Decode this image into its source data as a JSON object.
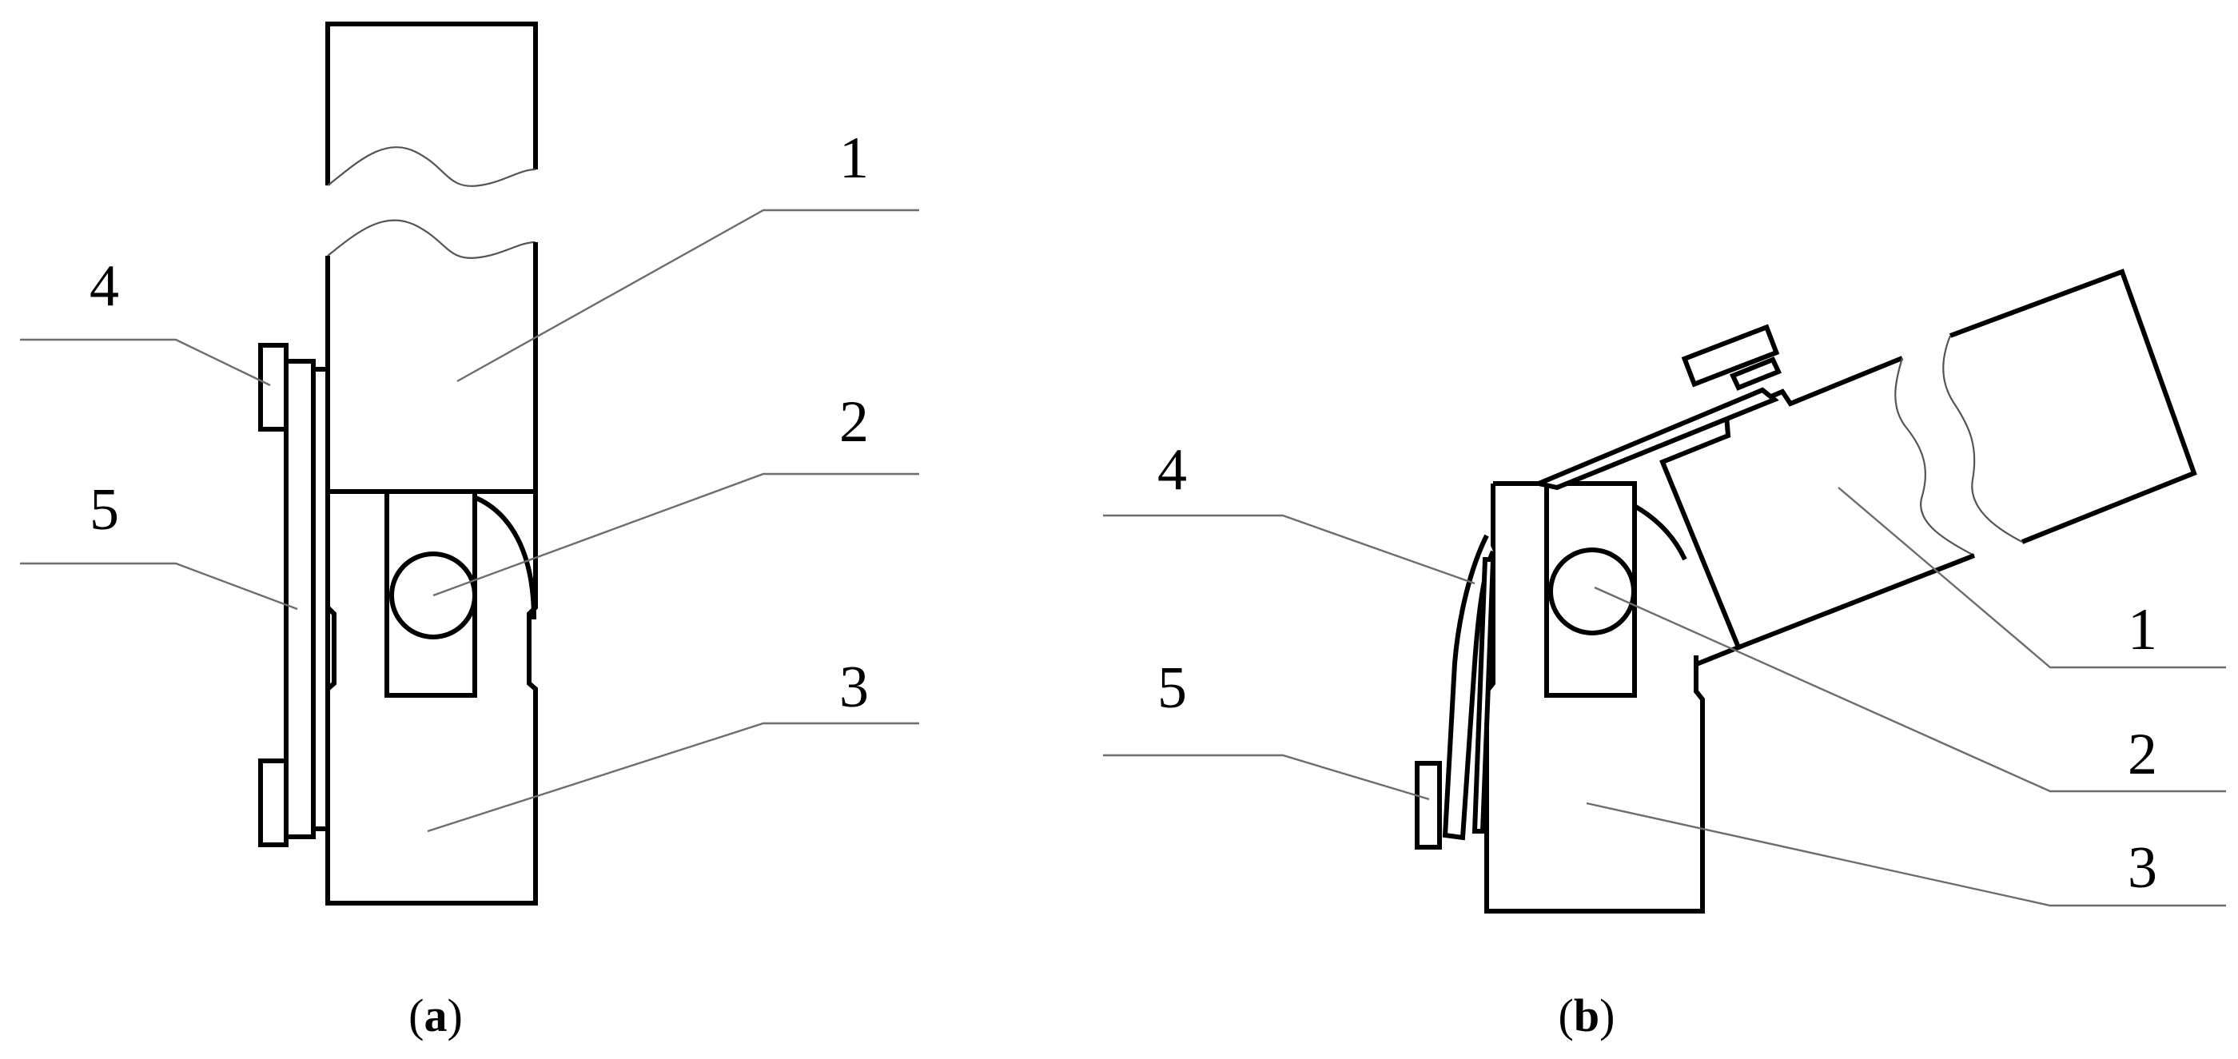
{
  "figure": {
    "panels": [
      {
        "id": "a",
        "caption_letter": "a",
        "callouts": [
          "1",
          "2",
          "3",
          "4",
          "5"
        ]
      },
      {
        "id": "b",
        "caption_letter": "b",
        "callouts": [
          "1",
          "2",
          "3",
          "4",
          "5"
        ]
      }
    ],
    "colors": {
      "stroke": "#000000",
      "leader": "#6d6d6d",
      "background": "#ffffff"
    }
  }
}
